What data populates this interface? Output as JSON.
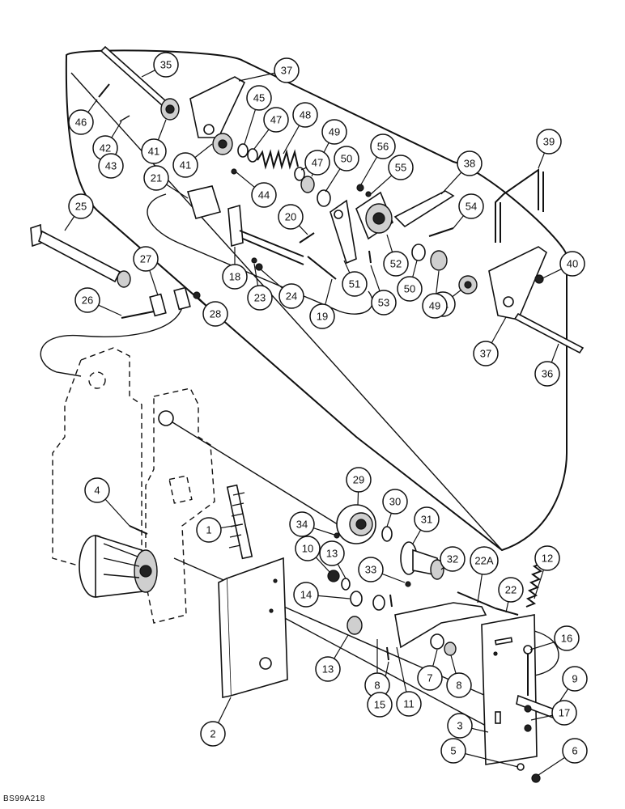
{
  "figure_code": "BS99A218",
  "callouts": [
    {
      "id": "1",
      "label": "1"
    },
    {
      "id": "2",
      "label": "2"
    },
    {
      "id": "3",
      "label": "3"
    },
    {
      "id": "4",
      "label": "4"
    },
    {
      "id": "5",
      "label": "5"
    },
    {
      "id": "6",
      "label": "6"
    },
    {
      "id": "7",
      "label": "7"
    },
    {
      "id": "8a",
      "label": "8"
    },
    {
      "id": "8b",
      "label": "8"
    },
    {
      "id": "9",
      "label": "9"
    },
    {
      "id": "10",
      "label": "10"
    },
    {
      "id": "11",
      "label": "11"
    },
    {
      "id": "12",
      "label": "12"
    },
    {
      "id": "13a",
      "label": "13"
    },
    {
      "id": "13b",
      "label": "13"
    },
    {
      "id": "14",
      "label": "14"
    },
    {
      "id": "15",
      "label": "15"
    },
    {
      "id": "16",
      "label": "16"
    },
    {
      "id": "17",
      "label": "17"
    },
    {
      "id": "18",
      "label": "18"
    },
    {
      "id": "19",
      "label": "19"
    },
    {
      "id": "20",
      "label": "20"
    },
    {
      "id": "21",
      "label": "21"
    },
    {
      "id": "22",
      "label": "22"
    },
    {
      "id": "22A",
      "label": "22A"
    },
    {
      "id": "23",
      "label": "23"
    },
    {
      "id": "24",
      "label": "24"
    },
    {
      "id": "25",
      "label": "25"
    },
    {
      "id": "26",
      "label": "26"
    },
    {
      "id": "27",
      "label": "27"
    },
    {
      "id": "28",
      "label": "28"
    },
    {
      "id": "29",
      "label": "29"
    },
    {
      "id": "30",
      "label": "30"
    },
    {
      "id": "31",
      "label": "31"
    },
    {
      "id": "32",
      "label": "32"
    },
    {
      "id": "33",
      "label": "33"
    },
    {
      "id": "34",
      "label": "34"
    },
    {
      "id": "35",
      "label": "35"
    },
    {
      "id": "36",
      "label": "36"
    },
    {
      "id": "37a",
      "label": "37"
    },
    {
      "id": "37b",
      "label": "37"
    },
    {
      "id": "38",
      "label": "38"
    },
    {
      "id": "39",
      "label": "39"
    },
    {
      "id": "40",
      "label": "40"
    },
    {
      "id": "41a",
      "label": "41"
    },
    {
      "id": "41b",
      "label": "41"
    },
    {
      "id": "41c",
      "label": "41"
    },
    {
      "id": "42",
      "label": "42"
    },
    {
      "id": "43",
      "label": "43"
    },
    {
      "id": "44",
      "label": "44"
    },
    {
      "id": "45",
      "label": "45"
    },
    {
      "id": "46",
      "label": "46"
    },
    {
      "id": "47a",
      "label": "47"
    },
    {
      "id": "47b",
      "label": "47"
    },
    {
      "id": "48",
      "label": "48"
    },
    {
      "id": "49a",
      "label": "49"
    },
    {
      "id": "49b",
      "label": "49"
    },
    {
      "id": "50a",
      "label": "50"
    },
    {
      "id": "50b",
      "label": "50"
    },
    {
      "id": "51",
      "label": "51"
    },
    {
      "id": "52",
      "label": "52"
    },
    {
      "id": "53",
      "label": "53"
    },
    {
      "id": "54",
      "label": "54"
    },
    {
      "id": "55",
      "label": "55"
    },
    {
      "id": "56",
      "label": "56"
    }
  ]
}
